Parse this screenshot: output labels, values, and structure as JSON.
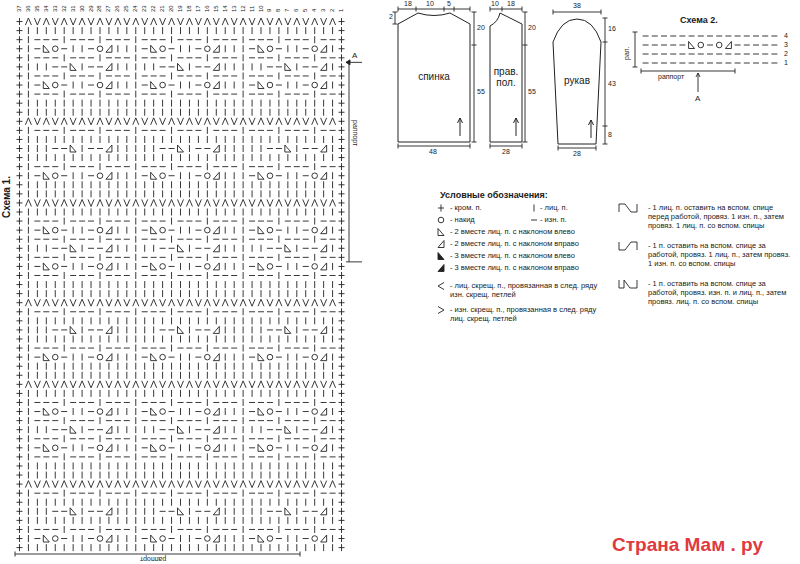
{
  "diagram": {
    "nodes": [
      {
        "text": [
          "спинка"
        ]
      },
      {
        "text": [
          "прав. пол."
        ]
      },
      {
        "text": [
          "рукав"
        ]
      }
    ],
    "labels": [
      "Схема 1.",
      "37",
      "36",
      "35",
      "34",
      "33",
      "32",
      "31",
      "30",
      "29",
      "28",
      "27",
      "26",
      "25",
      "24",
      "23",
      "22",
      "21",
      "20",
      "19",
      "18",
      "17",
      "16",
      "15",
      "14",
      "13",
      "12",
      "11",
      "10",
      "9",
      "8",
      "7",
      "6",
      "5",
      "4",
      "3",
      "2",
      "1",
      "раппорт",
      "раппорт",
      "А",
      "18",
      "10",
      "5",
      "2",
      "20",
      "55",
      "48",
      "10",
      "18",
      "20",
      "55",
      "28",
      "38",
      "16",
      "43",
      "8",
      "28",
      "Схема 2.",
      "рап.",
      "4",
      "3",
      "2",
      "1",
      "раппорт",
      "А",
      "Условные обозначения:",
      "Страна Мам . ру"
    ],
    "legend": [
      {
        "text": "- кром. п."
      },
      {
        "text": "- накид"
      },
      {
        "text": "- 2 вместе лиц. п. с наклоном влево"
      },
      {
        "text": "- 2 вместе лиц. п. с наклоном вправо"
      },
      {
        "text": "- 3 вместе лиц. п. с наклоном влево"
      },
      {
        "text": "- 3 вместе лиц. п. с наклоном вправо"
      },
      {
        "text": "- лиц. п."
      },
      {
        "text": "- изн. п."
      },
      {
        "text": "- лиц. скрещ. п., провязанная в след. ряду изн. скрещ. петлей"
      },
      {
        "text": "- изн. скрещ. п., провязанная в след. ряду лиц. скрещ. петлей"
      },
      {
        "text": "- 1 лиц. п. оставить на вспом. спице перед работой, провяз. 1 изн. п., затем провяз. 1 лиц. п. со вспом. спицы"
      },
      {
        "text": "- 1 п. оставить на вспом. спице за работой, провяз. 1 лиц. п., затем провяз. 1 изн. п. со вспом. спицы"
      },
      {
        "text": "- 1 п. оставить на вспом. спице за работой, провяз. изн. п. и лиц. п., затем провяз. лиц. п. со вспом. спицы"
      }
    ]
  }
}
